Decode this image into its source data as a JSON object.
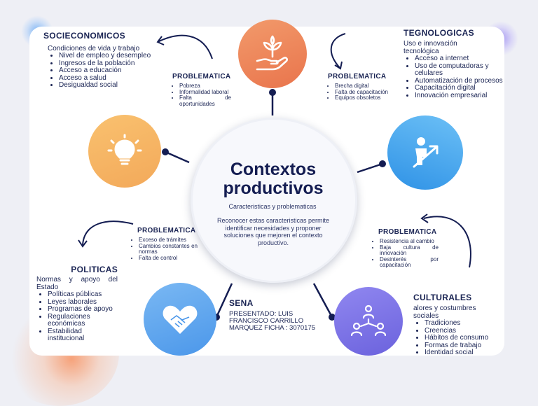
{
  "center": {
    "title_line1": "Contextos",
    "title_line2": "productivos",
    "subtitle": "Caracteristicas y problematicas",
    "description": "Reconocer estas caracteristicas permite identificar necesidades y proponer soluciones que mejoren el contexto productivo."
  },
  "socio": {
    "title": "SOCIECONOMICOS",
    "intro": "Condiciones de vida y trabajo",
    "items": [
      "Nivel de empleo y desempleo",
      "Ingresos de la población",
      "Acceso a educación",
      "Acceso a salud",
      "Desigualdad social"
    ]
  },
  "socio_problem": {
    "title": "PROBLEMATICA",
    "items": [
      "Pobreza",
      "Informalidad laboral",
      "Falta de oportunidades"
    ]
  },
  "tech": {
    "title": "TEGNOLOGICAS",
    "intro": "Uso e innovación tecnológica",
    "items": [
      "Acceso a internet",
      "Uso de computadoras y celulares",
      "Automatización de procesos",
      "Capacitación digital",
      "Innovación empresarial"
    ]
  },
  "tech_problem": {
    "title": "PROBLEMATICA",
    "items": [
      "Brecha digital",
      "Falta de capacitación",
      "Equipos obsoletos"
    ]
  },
  "politics": {
    "title": "POLITICAS",
    "intro": "Normas y apoyo del Estado",
    "items": [
      "Políticas públicas",
      "Leyes laborales",
      "Programas de apoyo",
      "Regulaciones económicas",
      "Estabilidad institucional"
    ]
  },
  "politics_problem": {
    "title": "PROBLEMATICA",
    "items": [
      "Exceso de trámites",
      "Cambios constantes en normas",
      "Falta de control"
    ]
  },
  "culture": {
    "title": "CULTURALES",
    "intro": "alores y costumbres sociales",
    "items": [
      "Tradiciones",
      "Creencias",
      "Hábitos de consumo",
      "Formas de trabajo",
      "Identidad social"
    ]
  },
  "culture_problem": {
    "title": "PROBLEMATICA",
    "items": [
      "Resistencia al cambio",
      "Baja cultura de innovación",
      "Desinterés por capacitación"
    ]
  },
  "sena": {
    "title": "SENA",
    "text": "PRESENTADO: LUIS FRANCISCO CARRILLO MARQUEZ FICHA : 3070175"
  },
  "colors": {
    "orange": "#f08a5a",
    "amber": "#f6b563",
    "blue": "#3ca4ee",
    "purple": "#7c73e6",
    "heart_blue": "#58a5ef",
    "navy": "#141d52"
  },
  "icons": [
    "plant-hand-icon",
    "lightbulb-icon",
    "person-growth-icon",
    "handshake-heart-icon",
    "people-network-icon"
  ]
}
